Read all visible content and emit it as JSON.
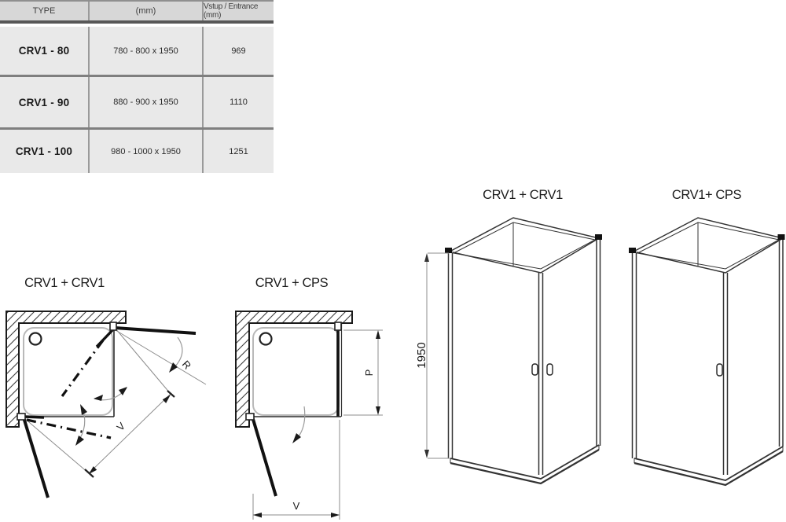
{
  "table": {
    "headers": [
      "TYPE",
      "(mm)",
      "Vstup / Entrance (mm)"
    ],
    "rows": [
      {
        "type": "CRV1 - 80",
        "dimensions": "780 - 800 x 1950",
        "entrance": "969"
      },
      {
        "type": "CRV1 - 90",
        "dimensions": "880 - 900 x 1950",
        "entrance": "1110"
      },
      {
        "type": "CRV1 - 100",
        "dimensions": "980 - 1000 x 1950",
        "entrance": "1251"
      }
    ]
  },
  "plan_views": {
    "crv1_crv1": {
      "title": "CRV1 + CRV1",
      "radius_label": "R",
      "width_label": "V"
    },
    "crv1_cps": {
      "title": "CRV1 + CPS",
      "panel_label": "P",
      "width_label": "V"
    }
  },
  "iso_views": {
    "crv1_crv1": {
      "title": "CRV1 + CRV1",
      "height_label": "1950"
    },
    "crv1_cps": {
      "title": "CRV1+ CPS"
    }
  },
  "colors": {
    "table_header_bg": "#d7d7d7",
    "table_row_bg": "#e9e9e9",
    "table_grid_line": "#9a9a9a",
    "table_header_border": "#575757",
    "drawing_line": "#1b1b1b",
    "thin_dim_line": "#8c8c8c",
    "tray_line": "#b9b9b9"
  }
}
